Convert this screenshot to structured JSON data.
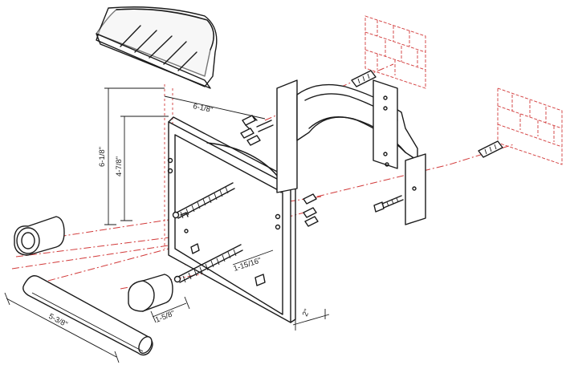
{
  "dimensions": {
    "width_top": "6-1/8\"",
    "height_outer": "6-1/8\"",
    "height_inner": "4-7/8\"",
    "depth_mid": "1-15/16\"",
    "depth_base": "2\"",
    "post_length": "1-5/8\"",
    "bar_length": "5-3/8\""
  },
  "colors": {
    "line": "#1a1a1a",
    "centerline": "#d23a3a"
  }
}
